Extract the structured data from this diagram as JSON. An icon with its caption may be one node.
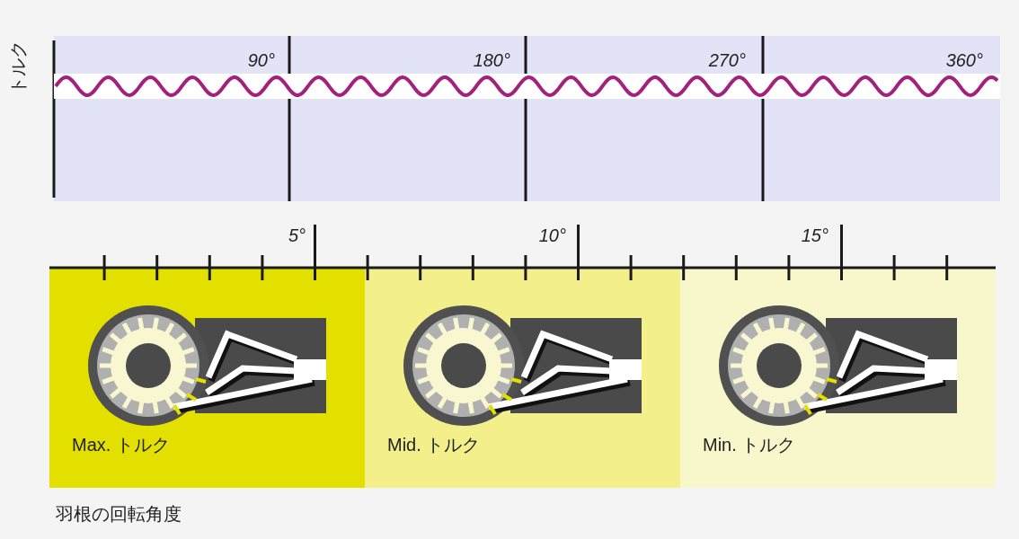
{
  "diagram": {
    "nodes": [
      {
        "text": [
          "Max. トルク"
        ]
      },
      {
        "text": [
          "Mid. トルク"
        ]
      },
      {
        "text": [
          "Min. トルク"
        ]
      }
    ],
    "labels": [
      "トルク",
      "90°",
      "180°",
      "270°",
      "360°",
      "5°",
      "10°",
      "15°",
      "羽根の回転角度"
    ]
  }
}
